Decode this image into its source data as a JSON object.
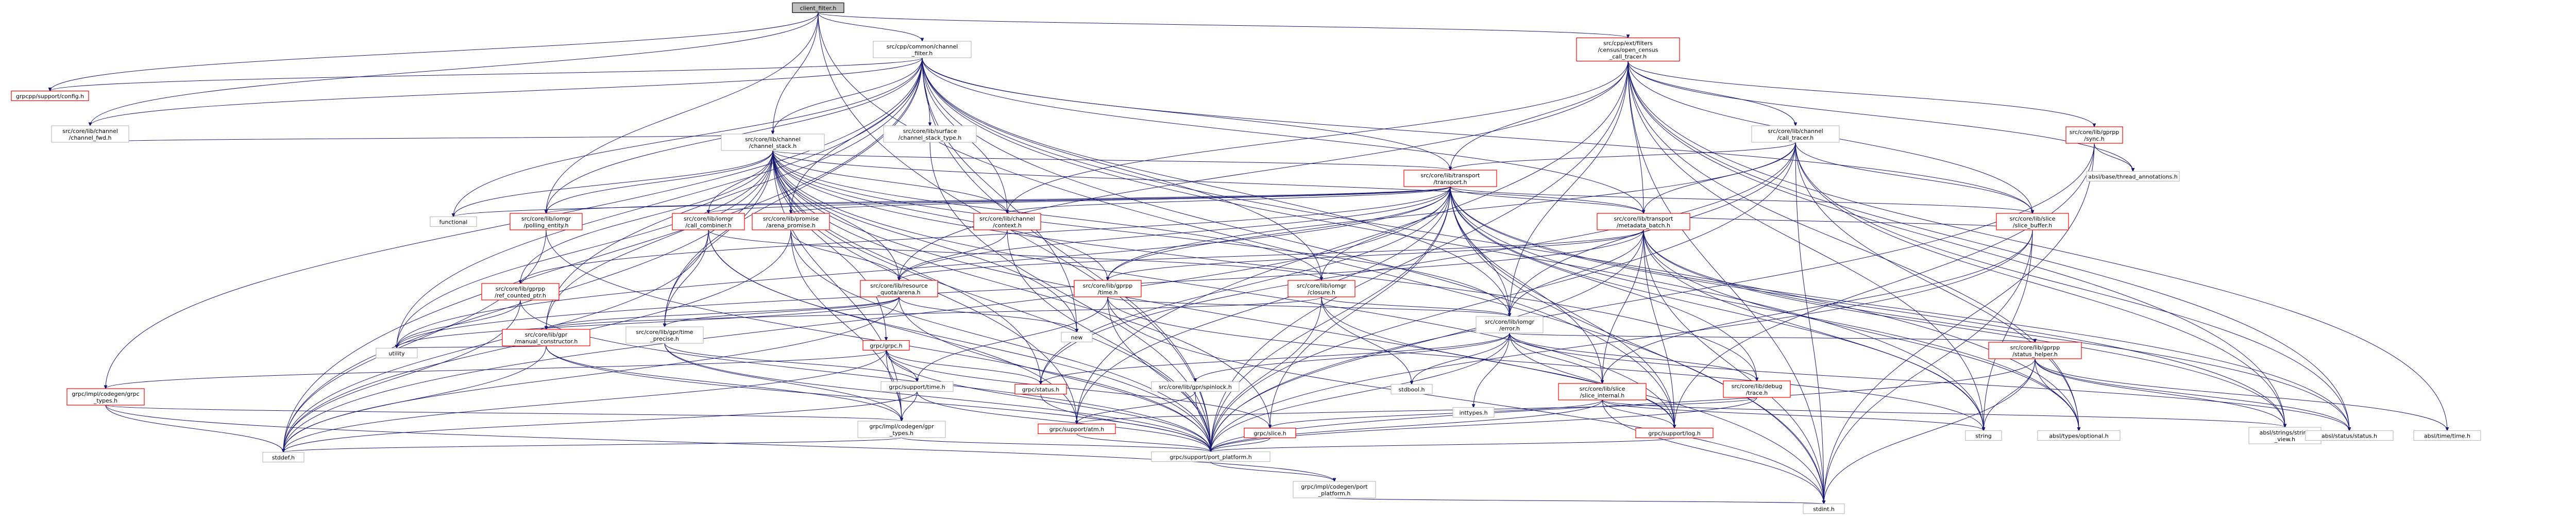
{
  "graph": {
    "root": "client_filter.h",
    "colors": {
      "edge": "#191970",
      "normal_border": "#bfbfbf",
      "incomplete_border": "#ff0000",
      "root_fill": "#bfbfbf"
    },
    "nodes": [
      {
        "id": "root",
        "label": [
          "client_filter.h"
        ],
        "style": "root"
      },
      {
        "id": "cf",
        "label": [
          "src/cpp/common/channel",
          "_filter.h"
        ],
        "style": "normal"
      },
      {
        "id": "cot",
        "label": [
          "src/cpp/ext/filters",
          "/census/open_census",
          "_call_tracer.h"
        ],
        "style": "red"
      },
      {
        "id": "gsc",
        "label": [
          "grpcpp/support/config.h"
        ],
        "style": "red"
      },
      {
        "id": "chfwd",
        "label": [
          "src/core/lib/channel",
          "/channel_fwd.h"
        ],
        "style": "normal"
      },
      {
        "id": "cs",
        "label": [
          "src/core/lib/channel",
          "/channel_stack.h"
        ],
        "style": "normal"
      },
      {
        "id": "cst",
        "label": [
          "src/core/lib/surface",
          "/channel_stack_type.h"
        ],
        "style": "normal"
      },
      {
        "id": "ct",
        "label": [
          "src/core/lib/channel",
          "/call_tracer.h"
        ],
        "style": "normal"
      },
      {
        "id": "async",
        "label": [
          "src/core/lib/gprpp",
          "/sync.h"
        ],
        "style": "red"
      },
      {
        "id": "threadann",
        "label": [
          "absl/base/thread_annotations.h"
        ],
        "style": "normal"
      },
      {
        "id": "transport",
        "label": [
          "src/core/lib/transport",
          "/transport.h"
        ],
        "style": "red"
      },
      {
        "id": "functional",
        "label": [
          "functional"
        ],
        "style": "normal"
      },
      {
        "id": "polling",
        "label": [
          "src/core/lib/iomgr",
          "/polling_entity.h"
        ],
        "style": "red"
      },
      {
        "id": "callcomb",
        "label": [
          "src/core/lib/iomgr",
          "/call_combiner.h"
        ],
        "style": "red"
      },
      {
        "id": "arena",
        "label": [
          "src/core/lib/promise",
          "/arena_promise.h"
        ],
        "style": "red"
      },
      {
        "id": "chctx",
        "label": [
          "src/core/lib/channel",
          "/context.h"
        ],
        "style": "red"
      },
      {
        "id": "metabatch",
        "label": [
          "src/core/lib/transport",
          "/metadata_batch.h"
        ],
        "style": "red"
      },
      {
        "id": "slicebuf",
        "label": [
          "src/core/lib/slice",
          "/slice_buffer.h"
        ],
        "style": "red"
      },
      {
        "id": "refcnt",
        "label": [
          "src/core/lib/gprpp",
          "/ref_counted_ptr.h"
        ],
        "style": "red"
      },
      {
        "id": "resq",
        "label": [
          "src/core/lib/resource",
          "_quota/arena.h"
        ],
        "style": "red"
      },
      {
        "id": "gtime",
        "label": [
          "src/core/lib/gprpp",
          "/time.h"
        ],
        "style": "red"
      },
      {
        "id": "closure",
        "label": [
          "src/core/lib/iomgr",
          "/closure.h"
        ],
        "style": "red"
      },
      {
        "id": "manconst",
        "label": [
          "src/core/lib/gpr",
          "/manual_constructor.h"
        ],
        "style": "red"
      },
      {
        "id": "gtprec",
        "label": [
          "src/core/lib/gpr/time",
          "_precise.h"
        ],
        "style": "normal"
      },
      {
        "id": "grpch",
        "label": [
          "grpc/grpc.h"
        ],
        "style": "red"
      },
      {
        "id": "newh",
        "label": [
          "new"
        ],
        "style": "normal"
      },
      {
        "id": "iotime",
        "label": [
          "src/core/lib/iomgr",
          "/error.h"
        ],
        "style": "normal"
      },
      {
        "id": "statush",
        "label": [
          "src/core/lib/gprpp",
          "/status_helper.h"
        ],
        "style": "red"
      },
      {
        "id": "gpctypes",
        "label": [
          "grpc/impl/codegen/grpc",
          "_types.h"
        ],
        "style": "red"
      },
      {
        "id": "utility",
        "label": [
          "utility"
        ],
        "style": "normal"
      },
      {
        "id": "gstime",
        "label": [
          "grpc/support/time.h"
        ],
        "style": "normal"
      },
      {
        "id": "gstatus",
        "label": [
          "grpc/status.h"
        ],
        "style": "red"
      },
      {
        "id": "spinlock",
        "label": [
          "src/core/lib/gpr/spinlock.h"
        ],
        "style": "normal"
      },
      {
        "id": "slint",
        "label": [
          "src/core/lib/slice",
          "/slice_internal.h"
        ],
        "style": "red"
      },
      {
        "id": "debugtrace",
        "label": [
          "src/core/lib/debug",
          "/trace.h"
        ],
        "style": "red"
      },
      {
        "id": "stdbool",
        "label": [
          "stdbool.h"
        ],
        "style": "normal"
      },
      {
        "id": "inttypes",
        "label": [
          "inttypes.h"
        ],
        "style": "normal"
      },
      {
        "id": "gpctypes2",
        "label": [
          "grpc/impl/codegen/gpr",
          "_types.h"
        ],
        "style": "normal"
      },
      {
        "id": "gslice",
        "label": [
          "grpc/slice.h"
        ],
        "style": "red"
      },
      {
        "id": "glog",
        "label": [
          "grpc/support/log.h"
        ],
        "style": "red"
      },
      {
        "id": "gatm",
        "label": [
          "grpc/support/atm.h"
        ],
        "style": "red"
      },
      {
        "id": "string",
        "label": [
          "string"
        ],
        "style": "normal"
      },
      {
        "id": "optional",
        "label": [
          "absl/types/optional.h"
        ],
        "style": "normal"
      },
      {
        "id": "strview",
        "label": [
          "absl/strings/string",
          "_view.h"
        ],
        "style": "normal"
      },
      {
        "id": "abslstatus",
        "label": [
          "absl/status/status.h"
        ],
        "style": "normal"
      },
      {
        "id": "abstime",
        "label": [
          "absl/time/time.h"
        ],
        "style": "normal"
      },
      {
        "id": "stddef",
        "label": [
          "stddef.h"
        ],
        "style": "normal"
      },
      {
        "id": "platform",
        "label": [
          "grpc/support/port_platform.h"
        ],
        "style": "normal"
      },
      {
        "id": "cplat",
        "label": [
          "grpc/impl/codegen/port",
          "_platform.h"
        ],
        "style": "normal"
      },
      {
        "id": "stdint",
        "label": [
          "stdint.h"
        ],
        "style": "normal"
      }
    ],
    "edges": [
      [
        "root",
        "cf"
      ],
      [
        "root",
        "cot"
      ],
      [
        "root",
        "chfwd"
      ],
      [
        "root",
        "cs"
      ],
      [
        "root",
        "platform"
      ],
      [
        "root",
        "stdint"
      ],
      [
        "root",
        "polling"
      ],
      [
        "root",
        "gsc"
      ],
      [
        "cf",
        "cs"
      ],
      [
        "cf",
        "cst"
      ],
      [
        "cf",
        "chfwd"
      ],
      [
        "cf",
        "gsc"
      ],
      [
        "cf",
        "functional"
      ],
      [
        "cf",
        "polling"
      ],
      [
        "cf",
        "chctx"
      ],
      [
        "cf",
        "transport"
      ],
      [
        "cf",
        "metabatch"
      ],
      [
        "cf",
        "slicebuf"
      ],
      [
        "cf",
        "string"
      ],
      [
        "cf",
        "newh"
      ],
      [
        "cf",
        "utility"
      ],
      [
        "cf",
        "stddef"
      ],
      [
        "cf",
        "gpctypes"
      ],
      [
        "cf",
        "platform"
      ],
      [
        "cf",
        "glog"
      ],
      [
        "cf",
        "gtprec"
      ],
      [
        "cf",
        "closure"
      ],
      [
        "cf",
        "optional"
      ],
      [
        "cf",
        "iotime"
      ],
      [
        "cf",
        "manconst"
      ],
      [
        "cf",
        "arena"
      ],
      [
        "cot",
        "ct"
      ],
      [
        "cot",
        "async"
      ],
      [
        "cot",
        "threadann"
      ],
      [
        "cot",
        "transport"
      ],
      [
        "cot",
        "metabatch"
      ],
      [
        "cot",
        "slicebuf"
      ],
      [
        "cot",
        "chctx"
      ],
      [
        "cot",
        "resq"
      ],
      [
        "cot",
        "iotime"
      ],
      [
        "cot",
        "abstime"
      ],
      [
        "cot",
        "abslstatus"
      ],
      [
        "cot",
        "strview"
      ],
      [
        "cot",
        "stdint"
      ],
      [
        "cot",
        "string"
      ],
      [
        "cot",
        "platform"
      ],
      [
        "cot",
        "gatm"
      ],
      [
        "cot",
        "optional"
      ],
      [
        "ct",
        "transport"
      ],
      [
        "ct",
        "metabatch"
      ],
      [
        "ct",
        "iotime"
      ],
      [
        "ct",
        "slicebuf"
      ],
      [
        "ct",
        "gstatus"
      ],
      [
        "ct",
        "abslstatus"
      ],
      [
        "ct",
        "strview"
      ],
      [
        "ct",
        "platform"
      ],
      [
        "ct",
        "stdint"
      ],
      [
        "ct",
        "optional"
      ],
      [
        "ct",
        "gtime"
      ],
      [
        "async",
        "threadann"
      ],
      [
        "async",
        "glog"
      ],
      [
        "async",
        "platform"
      ],
      [
        "async",
        "stdint"
      ],
      [
        "cs",
        "chfwd"
      ],
      [
        "cs",
        "functional"
      ],
      [
        "cs",
        "transport"
      ],
      [
        "cs",
        "polling"
      ],
      [
        "cs",
        "callcomb"
      ],
      [
        "cs",
        "arena"
      ],
      [
        "cs",
        "chctx"
      ],
      [
        "cs",
        "refcnt"
      ],
      [
        "cs",
        "resq"
      ],
      [
        "cs",
        "gtime"
      ],
      [
        "cs",
        "closure"
      ],
      [
        "cs",
        "manconst"
      ],
      [
        "cs",
        "iotime"
      ],
      [
        "cs",
        "gtprec"
      ],
      [
        "cs",
        "grpch"
      ],
      [
        "cs",
        "utility"
      ],
      [
        "cs",
        "stddef"
      ],
      [
        "cs",
        "gpctypes2"
      ],
      [
        "cs",
        "platform"
      ],
      [
        "cs",
        "glog"
      ],
      [
        "cs",
        "gstatus"
      ],
      [
        "cs",
        "debugtrace"
      ],
      [
        "cs",
        "metabatch"
      ],
      [
        "cs",
        "stdint"
      ],
      [
        "cs",
        "newh"
      ],
      [
        "cs",
        "gslice"
      ],
      [
        "cs",
        "gatm"
      ],
      [
        "cst",
        "platform"
      ],
      [
        "transport",
        "functional"
      ],
      [
        "transport",
        "polling"
      ],
      [
        "transport",
        "callcomb"
      ],
      [
        "transport",
        "arena"
      ],
      [
        "transport",
        "chctx"
      ],
      [
        "transport",
        "metabatch"
      ],
      [
        "transport",
        "slicebuf"
      ],
      [
        "transport",
        "resq"
      ],
      [
        "transport",
        "gtime"
      ],
      [
        "transport",
        "closure"
      ],
      [
        "transport",
        "iotime"
      ],
      [
        "transport",
        "debugtrace"
      ],
      [
        "transport",
        "gstatus"
      ],
      [
        "transport",
        "slint"
      ],
      [
        "transport",
        "string"
      ],
      [
        "transport",
        "utility"
      ],
      [
        "transport",
        "stddef"
      ],
      [
        "transport",
        "stdint"
      ],
      [
        "transport",
        "platform"
      ],
      [
        "transport",
        "glog"
      ],
      [
        "transport",
        "gslice"
      ],
      [
        "transport",
        "gatm"
      ],
      [
        "transport",
        "strview"
      ],
      [
        "transport",
        "optional"
      ],
      [
        "transport",
        "abslstatus"
      ],
      [
        "transport",
        "refcnt"
      ],
      [
        "polling",
        "platform"
      ],
      [
        "polling",
        "stddef"
      ],
      [
        "callcomb",
        "closure"
      ],
      [
        "callcomb",
        "gtprec"
      ],
      [
        "callcomb",
        "stddef"
      ],
      [
        "callcomb",
        "platform"
      ],
      [
        "callcomb",
        "gatm"
      ],
      [
        "arena",
        "resq"
      ],
      [
        "arena",
        "stddef"
      ],
      [
        "arena",
        "platform"
      ],
      [
        "arena",
        "gpctypes2"
      ],
      [
        "chctx",
        "platform"
      ],
      [
        "chctx",
        "resq"
      ],
      [
        "metabatch",
        "slicebuf"
      ],
      [
        "metabatch",
        "gtime"
      ],
      [
        "metabatch",
        "slint"
      ],
      [
        "metabatch",
        "iotime"
      ],
      [
        "metabatch",
        "string"
      ],
      [
        "metabatch",
        "utility"
      ],
      [
        "metabatch",
        "stdint"
      ],
      [
        "metabatch",
        "platform"
      ],
      [
        "metabatch",
        "optional"
      ],
      [
        "metabatch",
        "strview"
      ],
      [
        "metabatch",
        "abslstatus"
      ],
      [
        "metabatch",
        "glog"
      ],
      [
        "metabatch",
        "resq"
      ],
      [
        "slicebuf",
        "slint"
      ],
      [
        "slicebuf",
        "string"
      ],
      [
        "slicebuf",
        "stdint"
      ],
      [
        "slicebuf",
        "platform"
      ],
      [
        "refcnt",
        "utility"
      ],
      [
        "refcnt",
        "platform"
      ],
      [
        "refcnt",
        "stddef"
      ],
      [
        "resq",
        "newh"
      ],
      [
        "resq",
        "utility"
      ],
      [
        "resq",
        "platform"
      ],
      [
        "resq",
        "manconst"
      ],
      [
        "resq",
        "gtprec"
      ],
      [
        "resq",
        "stddef"
      ],
      [
        "gtime",
        "platform"
      ],
      [
        "gtime",
        "gstime"
      ],
      [
        "gtime",
        "stdint"
      ],
      [
        "gtime",
        "string"
      ],
      [
        "gtime",
        "iotime"
      ],
      [
        "closure",
        "iotime"
      ],
      [
        "closure",
        "platform"
      ],
      [
        "closure",
        "glog"
      ],
      [
        "closure",
        "stdbool"
      ],
      [
        "closure",
        "manconst"
      ],
      [
        "manconst",
        "utility"
      ],
      [
        "manconst",
        "stddef"
      ],
      [
        "manconst",
        "gpctypes2"
      ],
      [
        "manconst",
        "platform"
      ],
      [
        "gtprec",
        "gstime"
      ],
      [
        "gtprec",
        "gpctypes2"
      ],
      [
        "gtprec",
        "platform"
      ],
      [
        "grpch",
        "gstime"
      ],
      [
        "grpch",
        "gpctypes"
      ],
      [
        "grpch",
        "gstatus"
      ],
      [
        "grpch",
        "gslice"
      ],
      [
        "grpch",
        "stddef"
      ],
      [
        "grpch",
        "platform"
      ],
      [
        "grpch",
        "gpctypes2"
      ],
      [
        "iotime",
        "statush"
      ],
      [
        "iotime",
        "slint"
      ],
      [
        "iotime",
        "debugtrace"
      ],
      [
        "iotime",
        "spinlock"
      ],
      [
        "iotime",
        "gstatus"
      ],
      [
        "iotime",
        "stdbool"
      ],
      [
        "iotime",
        "inttypes"
      ],
      [
        "iotime",
        "platform"
      ],
      [
        "iotime",
        "glog"
      ],
      [
        "iotime",
        "abslstatus"
      ],
      [
        "statush",
        "abslstatus"
      ],
      [
        "statush",
        "strview"
      ],
      [
        "statush",
        "optional"
      ],
      [
        "statush",
        "abstime"
      ],
      [
        "statush",
        "string"
      ],
      [
        "statush",
        "stdint"
      ],
      [
        "statush",
        "platform"
      ],
      [
        "gpctypes",
        "gpctypes2"
      ],
      [
        "gpctypes",
        "stddef"
      ],
      [
        "gpctypes",
        "cplat"
      ],
      [
        "gstime",
        "gpctypes2"
      ],
      [
        "gstime",
        "stddef"
      ],
      [
        "gstime",
        "platform"
      ],
      [
        "gstatus",
        "platform"
      ],
      [
        "spinlock",
        "gatm"
      ],
      [
        "spinlock",
        "platform"
      ],
      [
        "slint",
        "gslice"
      ],
      [
        "slint",
        "string"
      ],
      [
        "slint",
        "glog"
      ],
      [
        "slint",
        "platform"
      ],
      [
        "slint",
        "stdint"
      ],
      [
        "slint",
        "strview"
      ],
      [
        "debugtrace",
        "platform"
      ],
      [
        "debugtrace",
        "gatm"
      ],
      [
        "gpctypes2",
        "stddef"
      ],
      [
        "gpctypes2",
        "platform"
      ],
      [
        "gslice",
        "platform"
      ],
      [
        "glog",
        "platform"
      ],
      [
        "gatm",
        "platform"
      ],
      [
        "platform",
        "cplat"
      ],
      [
        "cplat",
        "stdint"
      ]
    ]
  }
}
